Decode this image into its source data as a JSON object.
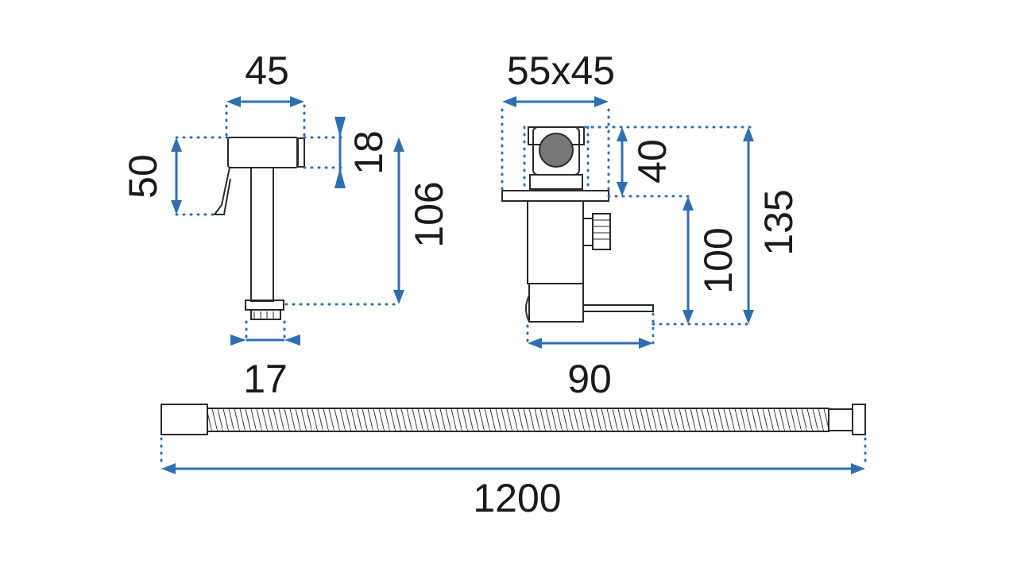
{
  "colors": {
    "dimension_blue": "#2f6fb0",
    "outline": "#2a2a2a",
    "text": "#1a1a1a",
    "background": "#ffffff"
  },
  "dimensions": {
    "handset_width": "45",
    "handset_height": "50",
    "head_height": "18",
    "handset_length": "106",
    "thread_width": "17",
    "valve_plate": "55x45",
    "valve_top": "40",
    "valve_body": "100",
    "valve_total": "135",
    "valve_depth": "90",
    "hose_length": "1200"
  }
}
